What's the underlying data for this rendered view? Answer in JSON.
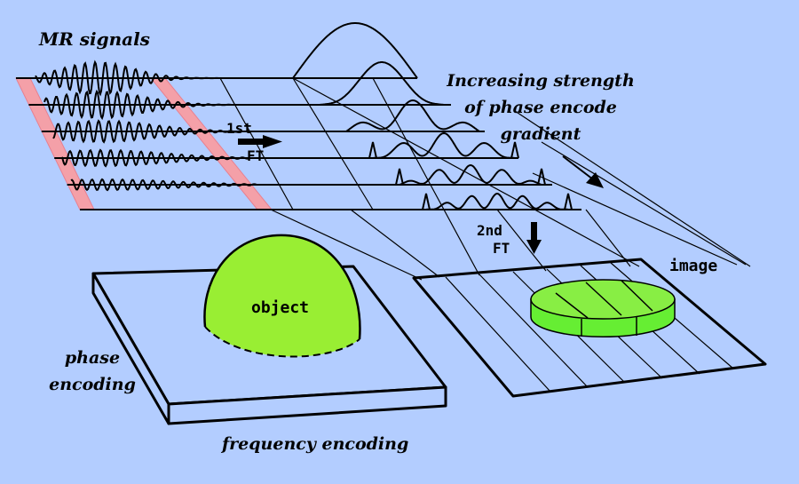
{
  "labels": {
    "mr_signals": "MR signals",
    "increasing": [
      "Increasing strength",
      "of phase encode",
      "gradient"
    ],
    "first_ft": [
      "1st",
      "FT"
    ],
    "second_ft": [
      "2nd",
      "FT"
    ],
    "object": "object",
    "image": "image",
    "phase_encoding": [
      "phase",
      "encoding"
    ],
    "frequency_encoding": "frequency encoding"
  },
  "colors": {
    "background": "#b3cdff",
    "pink_band": "#f4a0a8",
    "object_fill": "#99ee33",
    "disc_fill": "#66ee33",
    "ink": "#000000"
  },
  "icons": {
    "ft_arrow": "right-arrow",
    "ft2_arrow": "down-arrow",
    "gradient_arrow": "diagonal-arrow"
  }
}
